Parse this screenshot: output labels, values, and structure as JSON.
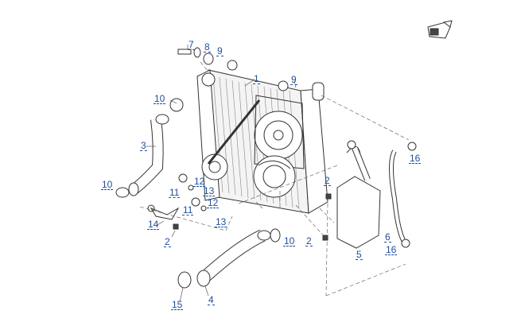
{
  "callouts": [
    {
      "id": "c7",
      "label": "7"
    },
    {
      "id": "c8",
      "label": "8"
    },
    {
      "id": "c9a",
      "label": "9"
    },
    {
      "id": "c1",
      "label": "1"
    },
    {
      "id": "c9b",
      "label": "9"
    },
    {
      "id": "c10a",
      "label": "10"
    },
    {
      "id": "c3",
      "label": "3"
    },
    {
      "id": "c10b",
      "label": "10"
    },
    {
      "id": "c11a",
      "label": "11"
    },
    {
      "id": "c12a",
      "label": "12"
    },
    {
      "id": "c13a",
      "label": "13"
    },
    {
      "id": "c12b",
      "label": "12"
    },
    {
      "id": "c11b",
      "label": "11"
    },
    {
      "id": "c13b",
      "label": "13"
    },
    {
      "id": "c14",
      "label": "14"
    },
    {
      "id": "c2a",
      "label": "2"
    },
    {
      "id": "c10c",
      "label": "10"
    },
    {
      "id": "c2b",
      "label": "2"
    },
    {
      "id": "c2c",
      "label": "2"
    },
    {
      "id": "c5",
      "label": "5"
    },
    {
      "id": "c6",
      "label": "6"
    },
    {
      "id": "c16a",
      "label": "16"
    },
    {
      "id": "c16b",
      "label": "16"
    },
    {
      "id": "c15",
      "label": "15"
    },
    {
      "id": "c4",
      "label": "4"
    }
  ],
  "colors": {
    "callout": "#1f4e9c",
    "line": "#333333",
    "dash": "#555555"
  },
  "icons": {
    "orientation": "front-direction-arrow-icon"
  }
}
